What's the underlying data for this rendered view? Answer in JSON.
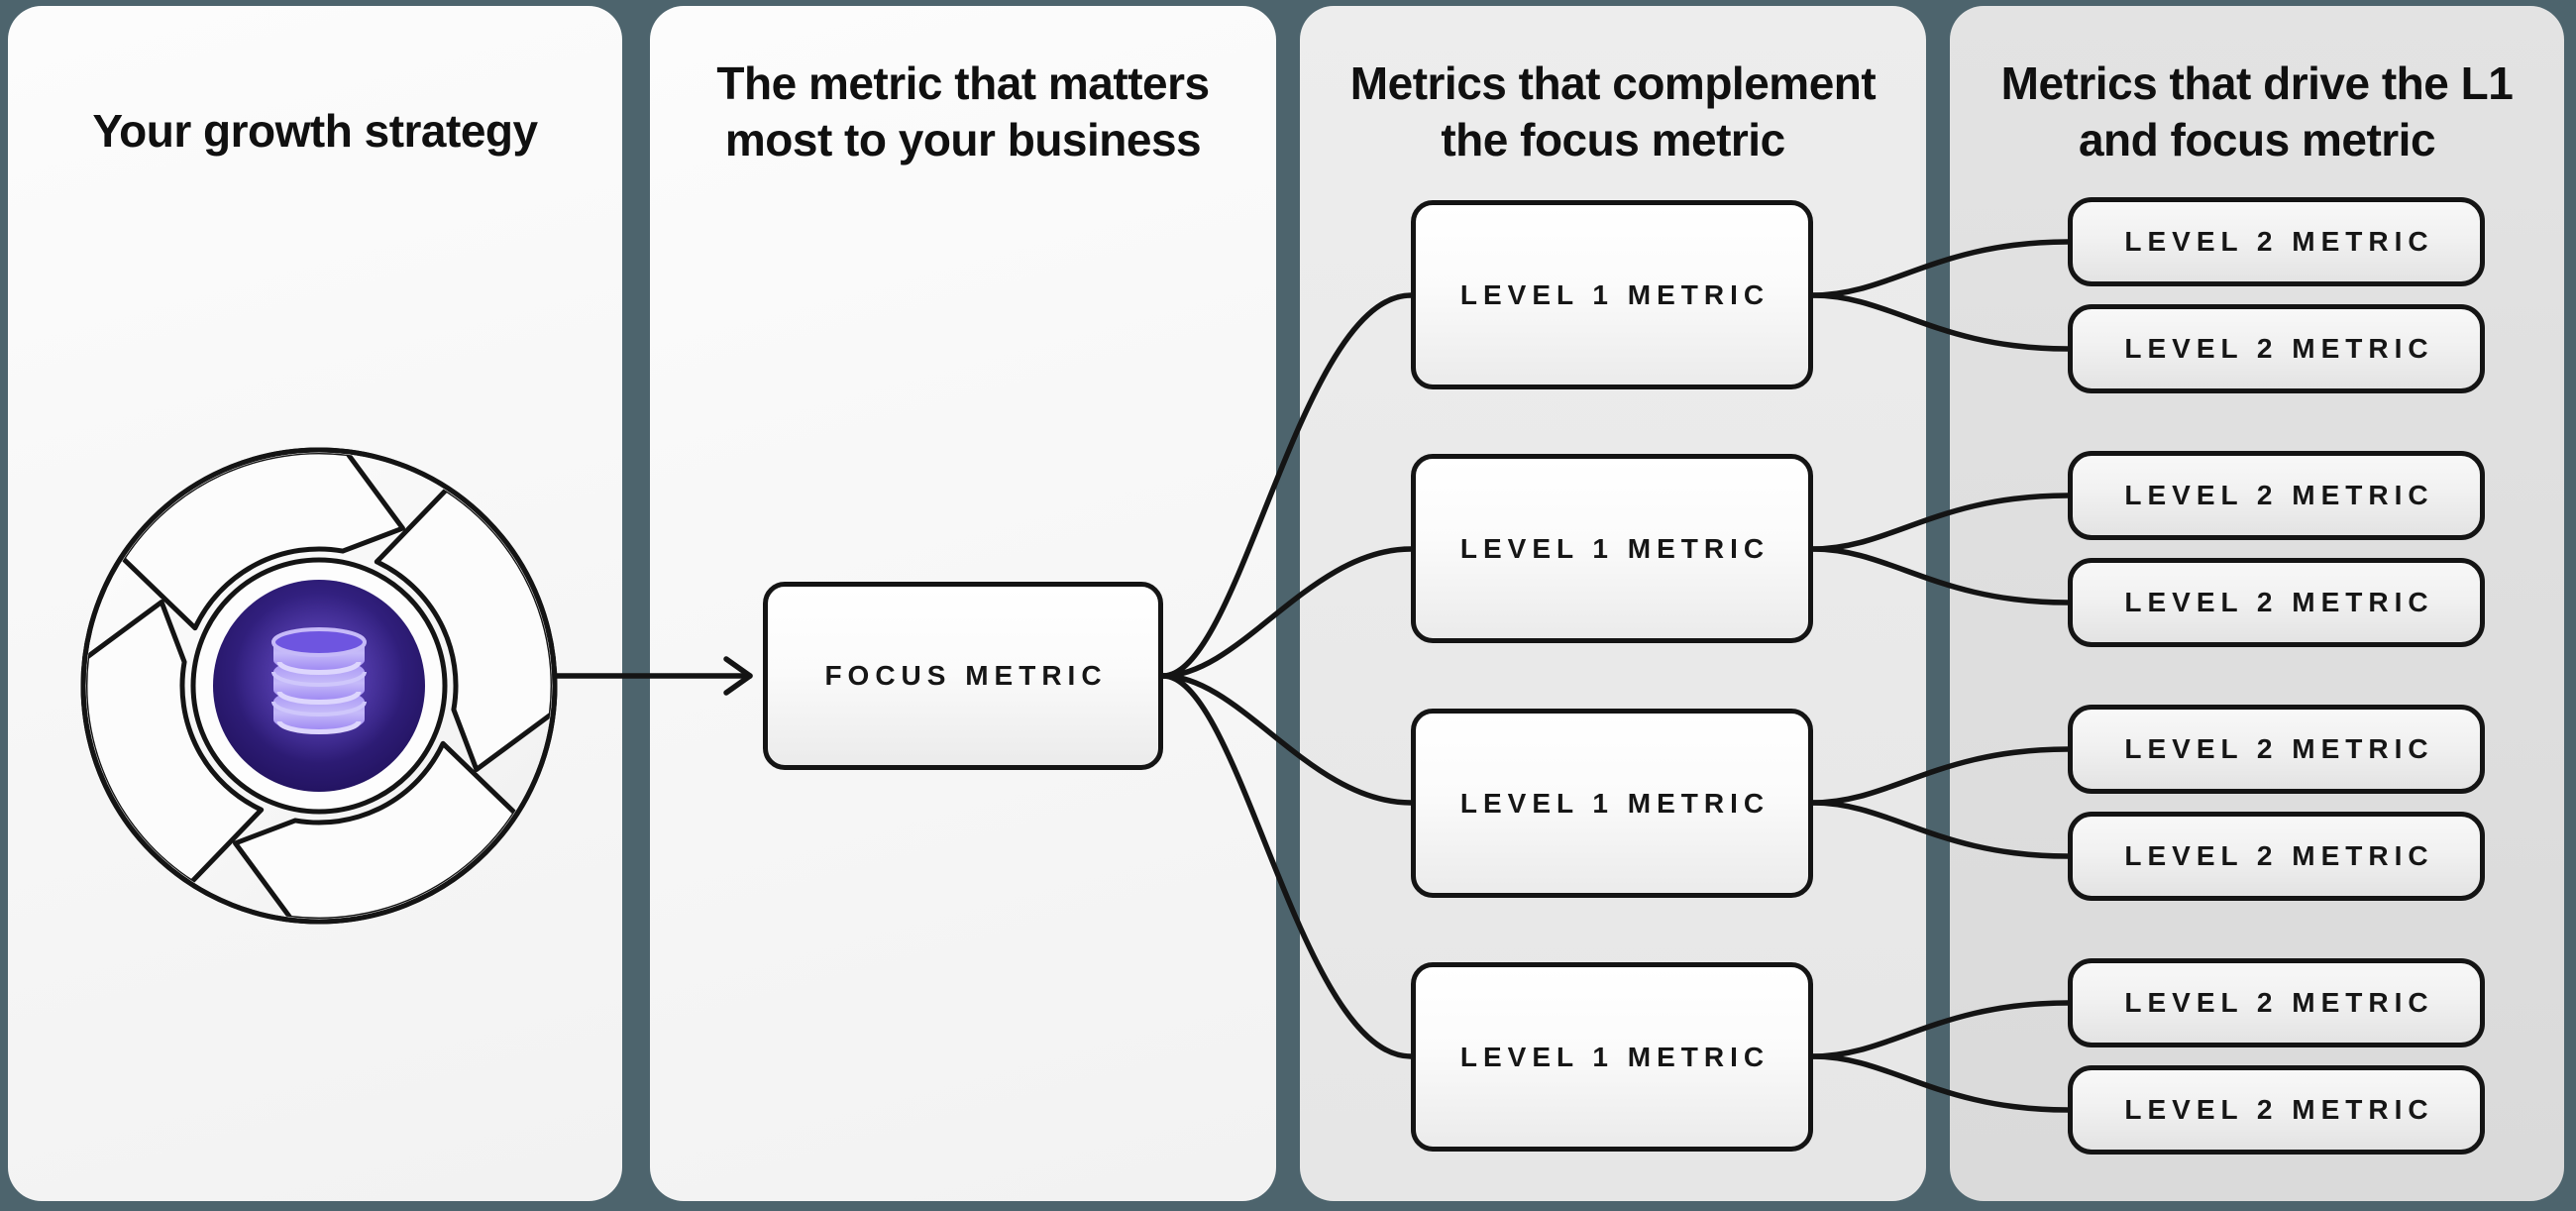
{
  "panels": [
    {
      "title_lines": [
        "Your growth strategy"
      ]
    },
    {
      "title_lines": [
        "The metric that matters",
        "most to your business"
      ]
    },
    {
      "title_lines": [
        "Metrics that complement",
        "the focus metric"
      ]
    },
    {
      "title_lines": [
        "Metrics that drive the L1",
        "and focus metric"
      ]
    }
  ],
  "nodes": {
    "focus": {
      "label": "FOCUS METRIC"
    },
    "level1": [
      {
        "label": "LEVEL 1 METRIC"
      },
      {
        "label": "LEVEL 1 METRIC"
      },
      {
        "label": "LEVEL 1 METRIC"
      },
      {
        "label": "LEVEL 1 METRIC"
      }
    ],
    "level2": [
      {
        "label": "LEVEL 2 METRIC"
      },
      {
        "label": "LEVEL 2 METRIC"
      },
      {
        "label": "LEVEL 2 METRIC"
      },
      {
        "label": "LEVEL 2 METRIC"
      },
      {
        "label": "LEVEL 2 METRIC"
      },
      {
        "label": "LEVEL 2 METRIC"
      },
      {
        "label": "LEVEL 2 METRIC"
      },
      {
        "label": "LEVEL 2 METRIC"
      }
    ]
  },
  "icons": {
    "flywheel": "growth-flywheel-icon",
    "database": "database-icon"
  },
  "colors": {
    "bg": "#4d646d",
    "ink": "#141414",
    "panel-light-a": "#fcfcfc",
    "panel-light-b": "#f2f2f2",
    "panel-mid-a": "#ededed",
    "panel-mid-b": "#e6e6e6",
    "panel-dark-a": "#e3e3e3",
    "panel-dark-b": "#dadada",
    "core-purple": "#2a1775",
    "disc-purple": "#b3a3f7"
  }
}
